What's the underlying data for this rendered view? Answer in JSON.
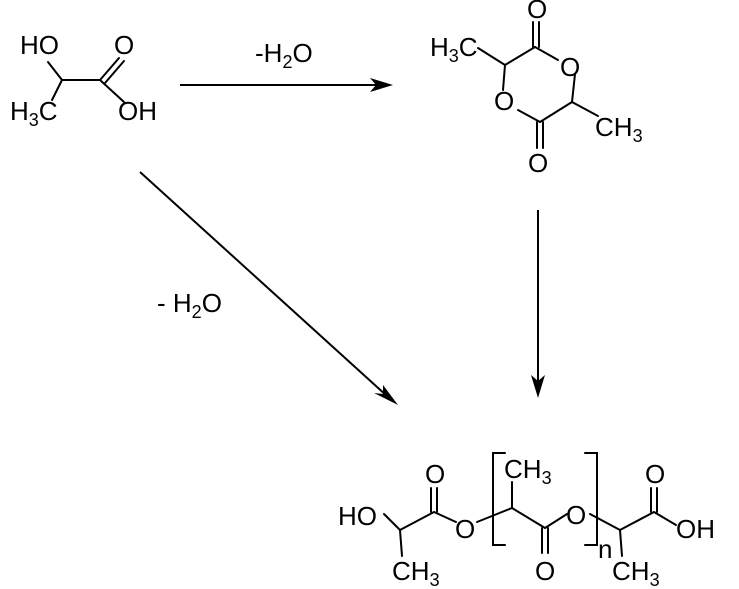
{
  "reactions": [
    {
      "from": "lactic-acid",
      "to": "lactide",
      "condition": "-H₂O"
    },
    {
      "from": "lactic-acid",
      "to": "polylactic-acid",
      "condition": "- H₂O"
    },
    {
      "from": "lactide",
      "to": "polylactic-acid",
      "condition": ""
    }
  ],
  "labels": {
    "arrow_top_prefix": "-H",
    "arrow_top_sub": "2",
    "arrow_top_suffix": "O",
    "arrow_diag_prefix": "- H",
    "arrow_diag_sub": "2",
    "arrow_diag_suffix": "O",
    "atom_HO": "HO",
    "atom_O": "O",
    "atom_OH": "OH",
    "atom_H": "H",
    "atom_C": "C",
    "atom_3": "3",
    "atom_CH": "CH",
    "repeat_n": "n"
  },
  "colors": {
    "ink": "#000000",
    "background": "#ffffff"
  }
}
